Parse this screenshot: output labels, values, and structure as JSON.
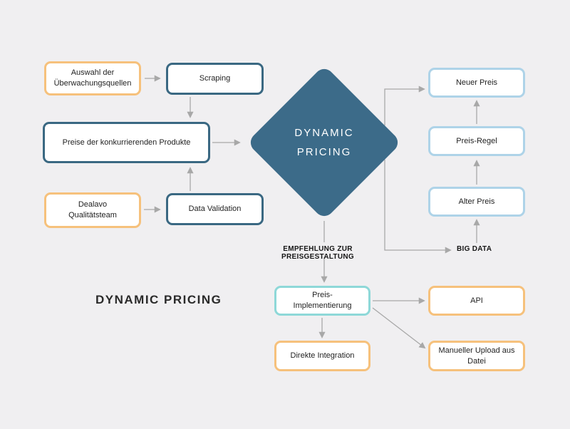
{
  "page": {
    "background": "#f0eff1"
  },
  "diamond": {
    "title_line1": "DYNAMIC",
    "title_line2": "PRICING"
  },
  "nodes": {
    "auswahl": {
      "label": "Auswahl der Überwachungsquellen",
      "style": "orange"
    },
    "scraping": {
      "label": "Scraping",
      "style": "teal"
    },
    "preise": {
      "label": "Preise der konkurrierenden Produkte",
      "style": "teal"
    },
    "dealavo": {
      "label": "Dealavo Qualitätsteam",
      "style": "orange"
    },
    "validation": {
      "label": "Data Validation",
      "style": "teal"
    },
    "neuer_preis": {
      "label": "Neuer Preis",
      "style": "blue"
    },
    "preis_regel": {
      "label": "Preis-Regel",
      "style": "blue"
    },
    "alter_preis": {
      "label": "Alter Preis",
      "style": "blue"
    },
    "preis_impl": {
      "label": "Preis-Implementierung",
      "style": "cyan"
    },
    "api": {
      "label": "API",
      "style": "orange"
    },
    "direkte": {
      "label": "Direkte Integration",
      "style": "orange"
    },
    "upload": {
      "label": "Manueller Upload aus Datei",
      "style": "orange"
    }
  },
  "labels": {
    "empfehlung": "EMPFEHLUNG ZUR PREISGESTALTUNG",
    "big_data": "BIG DATA",
    "caption": "DYNAMIC PRICING"
  },
  "colors": {
    "orange_border": "#f6c17c",
    "teal_border": "#3a6882",
    "blue_border": "#aed3e8",
    "cyan_border": "#8ed8d8",
    "diamond_fill": "#3c6b89",
    "arrow": "#a8a8a8"
  }
}
